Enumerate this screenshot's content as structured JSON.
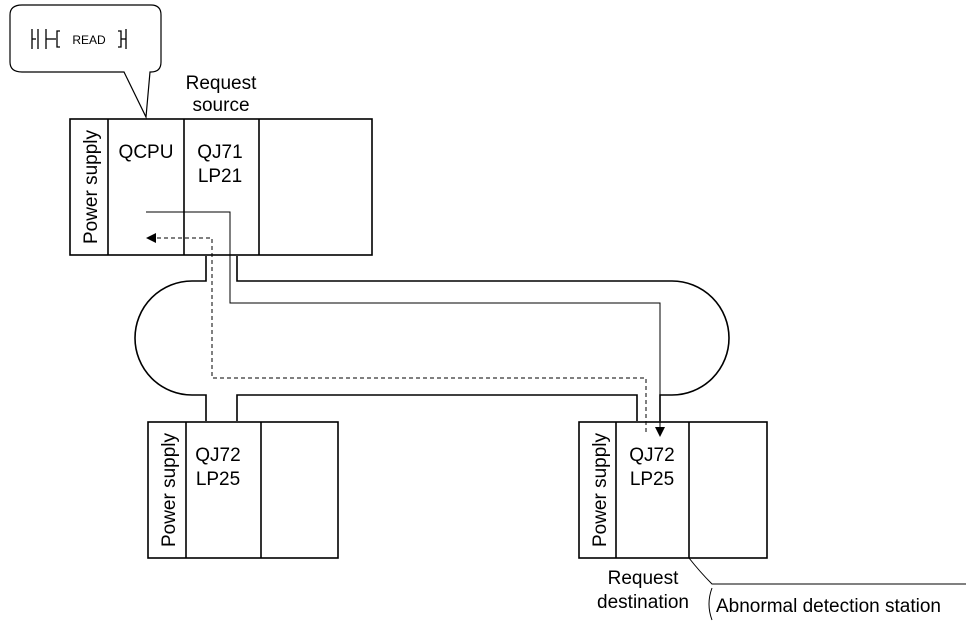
{
  "ladder_instruction": "READ",
  "request_source": {
    "line1": "Request",
    "line2": "source"
  },
  "top_station": {
    "power_supply": "Power supply",
    "cpu": "QCPU",
    "module_line1": "QJ71",
    "module_line2": "LP21"
  },
  "bottom_left_station": {
    "power_supply": "Power supply",
    "module_line1": "QJ72",
    "module_line2": "LP25"
  },
  "bottom_right_station": {
    "power_supply": "Power supply",
    "module_line1": "QJ72",
    "module_line2": "LP25"
  },
  "request_destination": {
    "line1": "Request",
    "line2": "destination"
  },
  "abnormal_detection_station": "Abnormal detection station"
}
